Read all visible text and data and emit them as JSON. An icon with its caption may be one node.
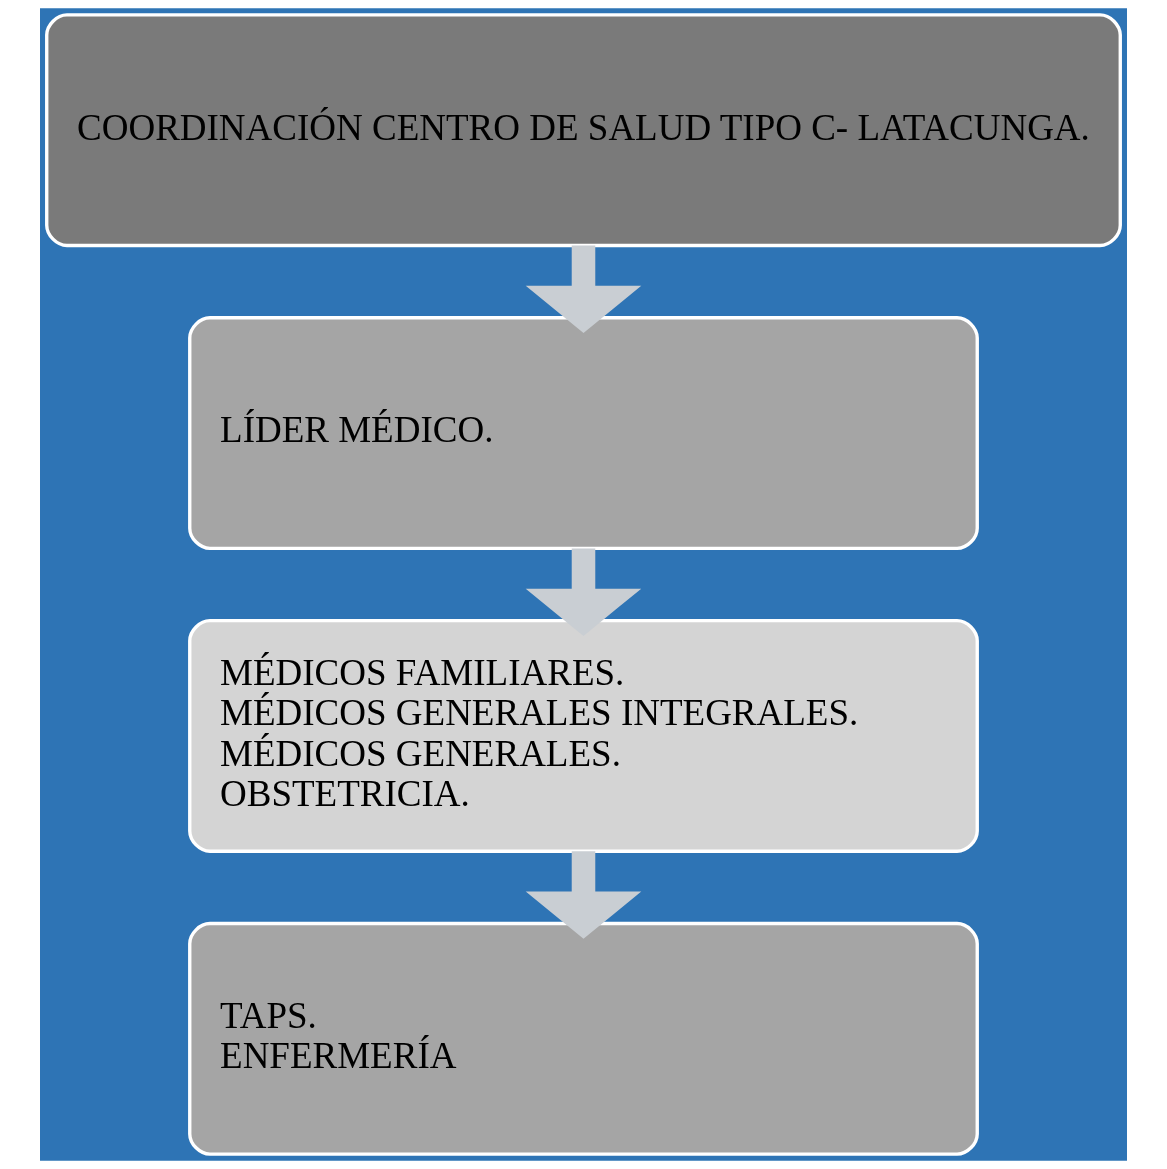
{
  "diagram": {
    "nodes": [
      {
        "text": [
          "COORDINACIÓN CENTRO DE SALUD TIPO C- LATACUNGA."
        ]
      },
      {
        "text": [
          "LÍDER MÉDICO."
        ]
      },
      {
        "text": [
          "MÉDICOS FAMILIARES.",
          "MÉDICOS GENERALES INTEGRALES.",
          "MÉDICOS GENERALES.",
          "OBSTETRICIA."
        ]
      },
      {
        "text": [
          "TAPS.",
          "ENFERMERÍA"
        ]
      }
    ],
    "edges": [
      {
        "from": 0,
        "to": 1,
        "arrow": "to"
      },
      {
        "from": 1,
        "to": 2,
        "arrow": "to"
      },
      {
        "from": 2,
        "to": 3,
        "arrow": "to"
      }
    ]
  }
}
